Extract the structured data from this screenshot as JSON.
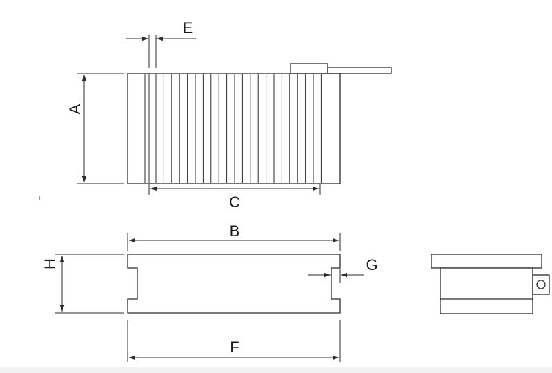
{
  "labels": {
    "A": "A",
    "B": "B",
    "C": "C",
    "E": "E",
    "F": "F",
    "G": "G",
    "H": "H"
  },
  "colors": {
    "line": "#2b2b2b",
    "background": "#ffffff"
  }
}
